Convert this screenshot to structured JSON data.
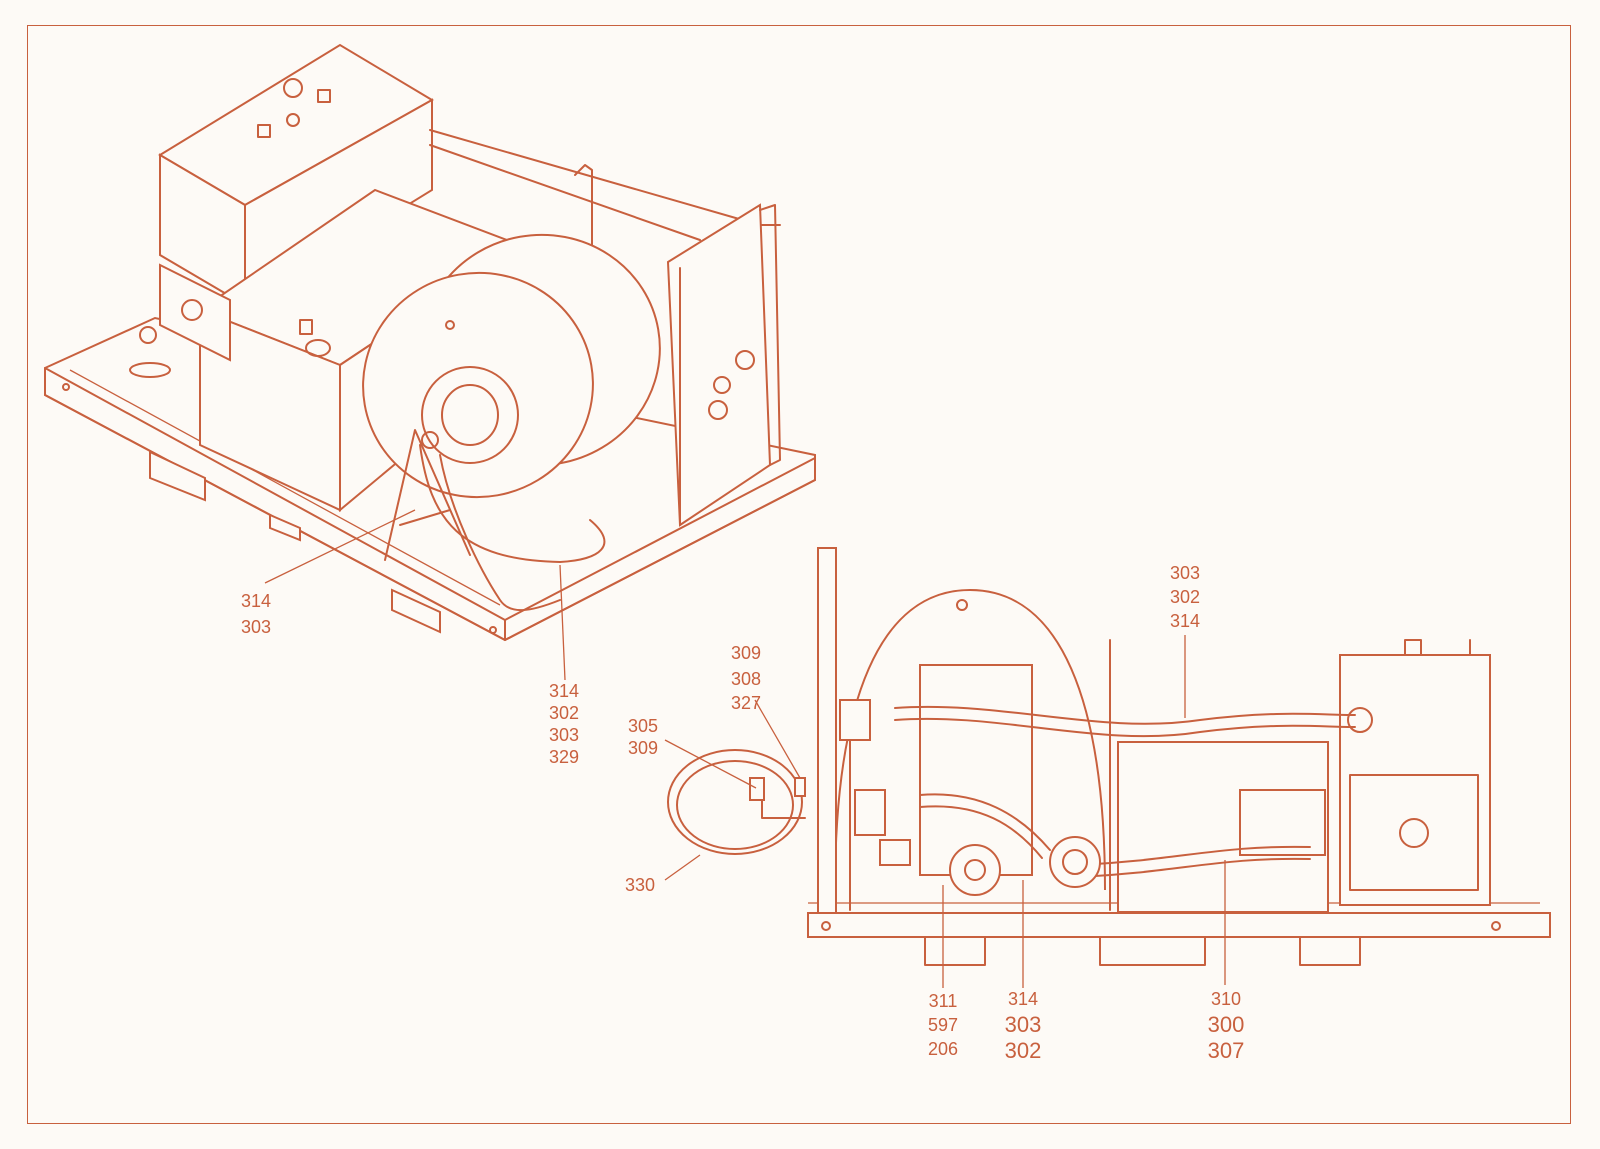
{
  "callouts": {
    "c1": [
      "314",
      "303"
    ],
    "c2": [
      "314",
      "302",
      "303",
      "329"
    ],
    "c3": [
      "309",
      "308",
      "327"
    ],
    "c4": [
      "305",
      "309"
    ],
    "c5": [
      "330"
    ],
    "c6": [
      "303",
      "302",
      "314"
    ],
    "c7": [
      "311",
      "597",
      "206"
    ],
    "c8": [
      "314",
      "303",
      "302"
    ],
    "c9": [
      "310",
      "300",
      "307"
    ]
  },
  "colors": {
    "line": "#c8603e",
    "background": "#fdfaf6"
  }
}
